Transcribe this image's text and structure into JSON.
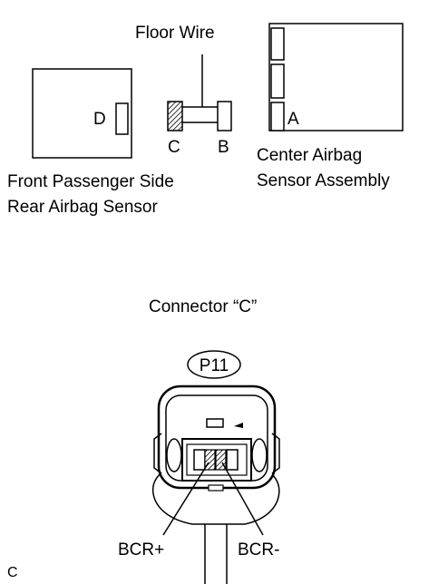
{
  "labels": {
    "floor_wire": "Floor Wire",
    "connector_d": "D",
    "connector_c": "C",
    "connector_b": "B",
    "connector_a": "A",
    "front_sensor_line1": "Front Passenger Side",
    "front_sensor_line2": "Rear Airbag Sensor",
    "center_sensor_line1": "Center Airbag",
    "center_sensor_line2": "Sensor Assembly",
    "connector_title": "Connector “C”",
    "connector_code": "P11",
    "pin_bcr_plus": "BCR+",
    "pin_bcr_minus": "BCR-",
    "corner_tag": "C"
  }
}
